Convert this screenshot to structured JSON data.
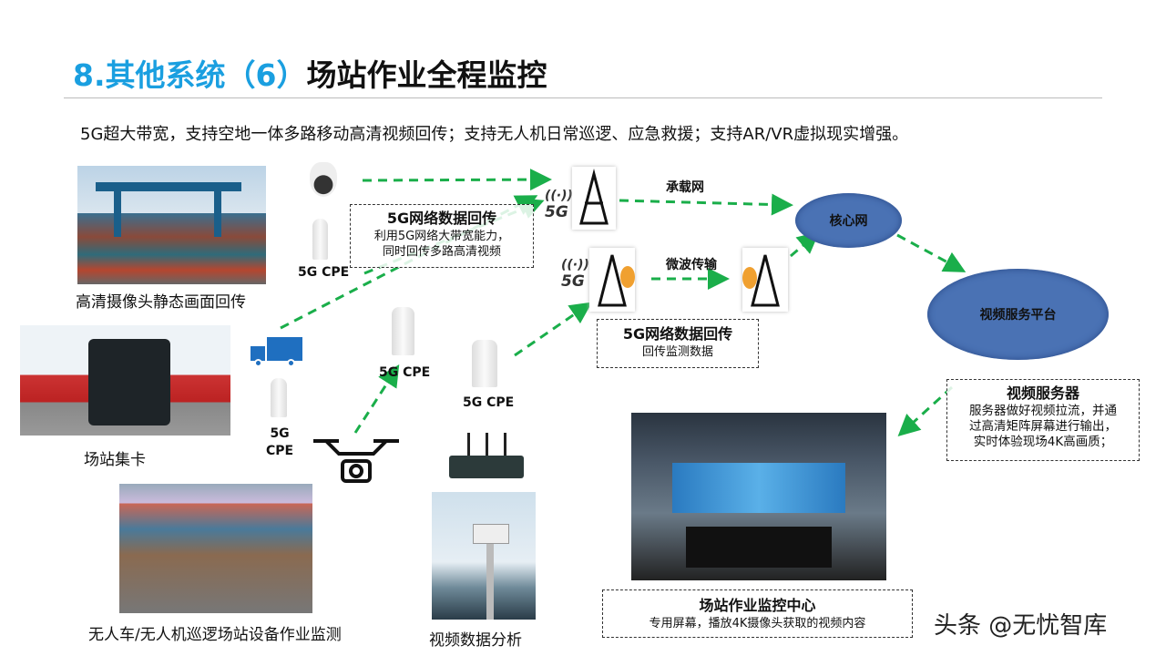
{
  "title": {
    "number": "8.其他系统（6）",
    "text": "场站作业全程监控"
  },
  "subtitle": "5G超大带宽，支持空地一体多路移动高清视频回传；支持无人机日常巡逻、应急救援；支持AR/VR虚拟现实增强。",
  "captions": {
    "port": "高清摄像头静态画面回传",
    "truck": "场站集卡",
    "rail": "无人车/无人机巡逻场站设备作业监测",
    "camera": "视频数据分析"
  },
  "cpe_labels": {
    "a": "5G CPE",
    "b": "5G CPE",
    "c": "5G CPE",
    "d1": "5G",
    "d2": "CPE"
  },
  "badges": {
    "g1": "5G",
    "g2": "5G"
  },
  "links": {
    "bearer": "承载网",
    "microwave": "微波传输"
  },
  "clouds": {
    "core": "核心网",
    "platform": "视频服务平台"
  },
  "boxes": {
    "b1": {
      "title": "5G网络数据回传",
      "l1": "利用5G网络大带宽能力，",
      "l2": "同时回传多路高清视频"
    },
    "b2": {
      "title": "5G网络数据回传",
      "l1": "回传监测数据"
    },
    "b3": {
      "title": "视频服务器",
      "l1": "服务器做好视频拉流，并通",
      "l2": "过高清矩阵屏幕进行输出，",
      "l3": "实时体验现场4K高画质；"
    },
    "b4": {
      "title": "场站作业监控中心",
      "l1": "专用屏幕，播放4K摄像头获取的视频内容"
    }
  },
  "watermark": "头条 @无忧智库",
  "colors": {
    "accent": "#1a9fe0",
    "arrow": "#1aae4a",
    "cloud": "#4a72b4"
  }
}
